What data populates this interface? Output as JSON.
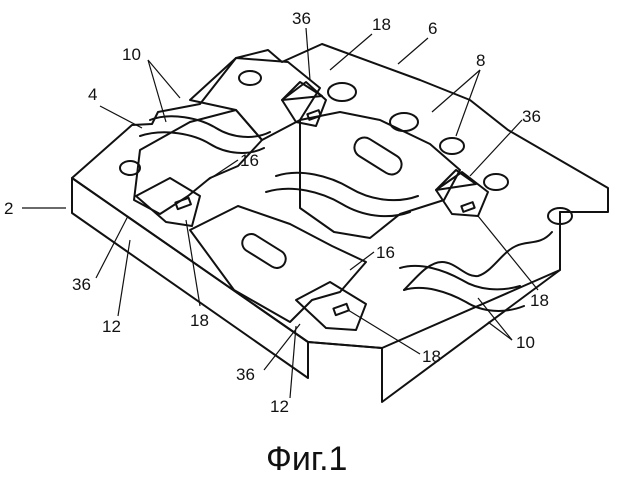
{
  "figure": {
    "caption": "Фиг.1",
    "labels": {
      "l2": "2",
      "l4": "4",
      "l6": "6",
      "l8": "8",
      "l10a": "10",
      "l10b": "10",
      "l12a": "12",
      "l12b": "12",
      "l16a": "16",
      "l16b": "16",
      "l18a": "18",
      "l18b": "18",
      "l18c": "18",
      "l18d": "18",
      "l36a": "36",
      "l36b": "36",
      "l36c": "36",
      "l36d": "36"
    }
  }
}
